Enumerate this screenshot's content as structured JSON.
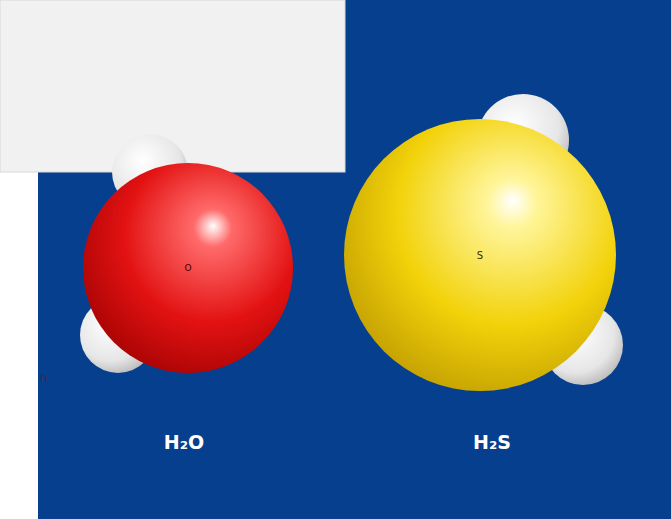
{
  "diagram": {
    "nodes": [
      {
        "text": [
          "O"
        ]
      },
      {
        "text": [
          "S"
        ]
      }
    ],
    "labels": [
      "H₂O",
      "H₂S",
      "n"
    ]
  }
}
